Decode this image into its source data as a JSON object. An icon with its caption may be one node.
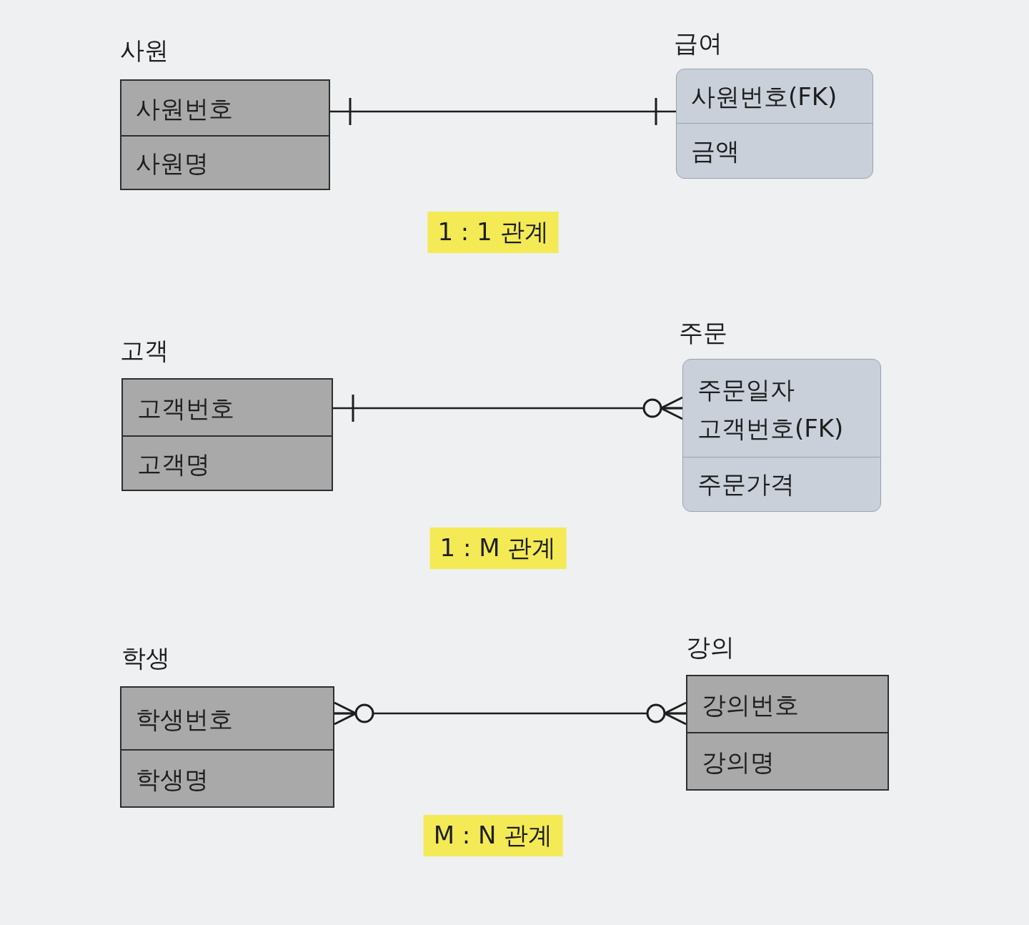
{
  "diagram": {
    "nodes": [
      {
        "text": [
          "사원"
        ]
      },
      {
        "text": [
          "사원번호"
        ],
        "in": 0
      },
      {
        "text": [
          "사원명"
        ],
        "in": 0
      },
      {
        "text": [
          "급여"
        ]
      },
      {
        "text": [
          "사원번호(FK)"
        ],
        "in": 3
      },
      {
        "text": [
          "금액"
        ],
        "in": 3
      },
      {
        "text": [
          "고객"
        ]
      },
      {
        "text": [
          "고객번호"
        ],
        "in": 6
      },
      {
        "text": [
          "고객명"
        ],
        "in": 6
      },
      {
        "text": [
          "주문"
        ]
      },
      {
        "text": [
          "주문일자",
          "고객번호(FK)"
        ],
        "in": 9
      },
      {
        "text": [
          "주문가격"
        ],
        "in": 9
      },
      {
        "text": [
          "학생"
        ]
      },
      {
        "text": [
          "학생번호"
        ],
        "in": 12
      },
      {
        "text": [
          "학생명"
        ],
        "in": 12
      },
      {
        "text": [
          "강의"
        ]
      },
      {
        "text": [
          "강의번호"
        ],
        "in": 15
      },
      {
        "text": [
          "강의명"
        ],
        "in": 15
      }
    ],
    "edges": [
      {
        "from": 0,
        "to": 3,
        "arrow": "other"
      },
      {
        "from": 6,
        "to": 9,
        "arrow": "other"
      },
      {
        "from": 12,
        "to": 15,
        "arrow": "other"
      }
    ],
    "labels": [
      "1 : 1 관계",
      "1 : M 관계",
      "M : N 관계"
    ]
  }
}
